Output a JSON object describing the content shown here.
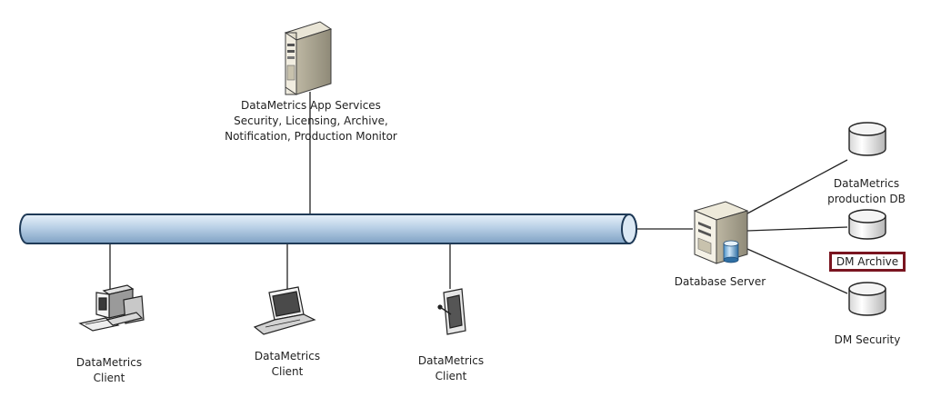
{
  "diagram": {
    "app_services": {
      "line1": "DataMetrics App Services",
      "line2": "Security, Licensing, Archive,",
      "line3": "Notification, Production Monitor"
    },
    "clients": [
      {
        "line1": "DataMetrics",
        "line2": "Client",
        "icon": "desktop-pc-icon"
      },
      {
        "line1": "DataMetrics",
        "line2": "Client",
        "icon": "laptop-icon"
      },
      {
        "line1": "DataMetrics",
        "line2": "Client",
        "icon": "tablet-icon"
      }
    ],
    "database_server": {
      "label": "Database Server",
      "icon": "database-server-icon"
    },
    "databases": [
      {
        "line1": "DataMetrics",
        "line2": "production DB"
      },
      {
        "label": "DM Archive",
        "highlight_color": "#7a1520"
      },
      {
        "label": "DM Security"
      }
    ],
    "colors": {
      "network_bus": "#b8d0e6",
      "network_bus_outline": "#1f3a57",
      "highlight_border": "#7a1520"
    }
  }
}
